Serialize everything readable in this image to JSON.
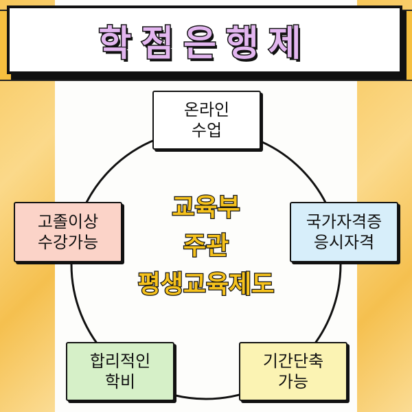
{
  "title": "학점은행제",
  "center": {
    "line1": "교육부",
    "line2": "주관",
    "line3": "평생교육제도"
  },
  "nodes": {
    "top": {
      "line1": "온라인",
      "line2": "수업",
      "color": "#ffffff"
    },
    "left": {
      "line1": "고졸이상",
      "line2": "수강가능",
      "color": "#fbd3c8"
    },
    "right": {
      "line1": "국가자격증",
      "line2": "응시자격",
      "color": "#d7eefa"
    },
    "bottom_left": {
      "line1": "합리적인",
      "line2": "학비",
      "color": "#d6f0c8"
    },
    "bottom_right": {
      "line1": "기간단축",
      "line2": "가능",
      "color": "#fbf3b3"
    }
  }
}
